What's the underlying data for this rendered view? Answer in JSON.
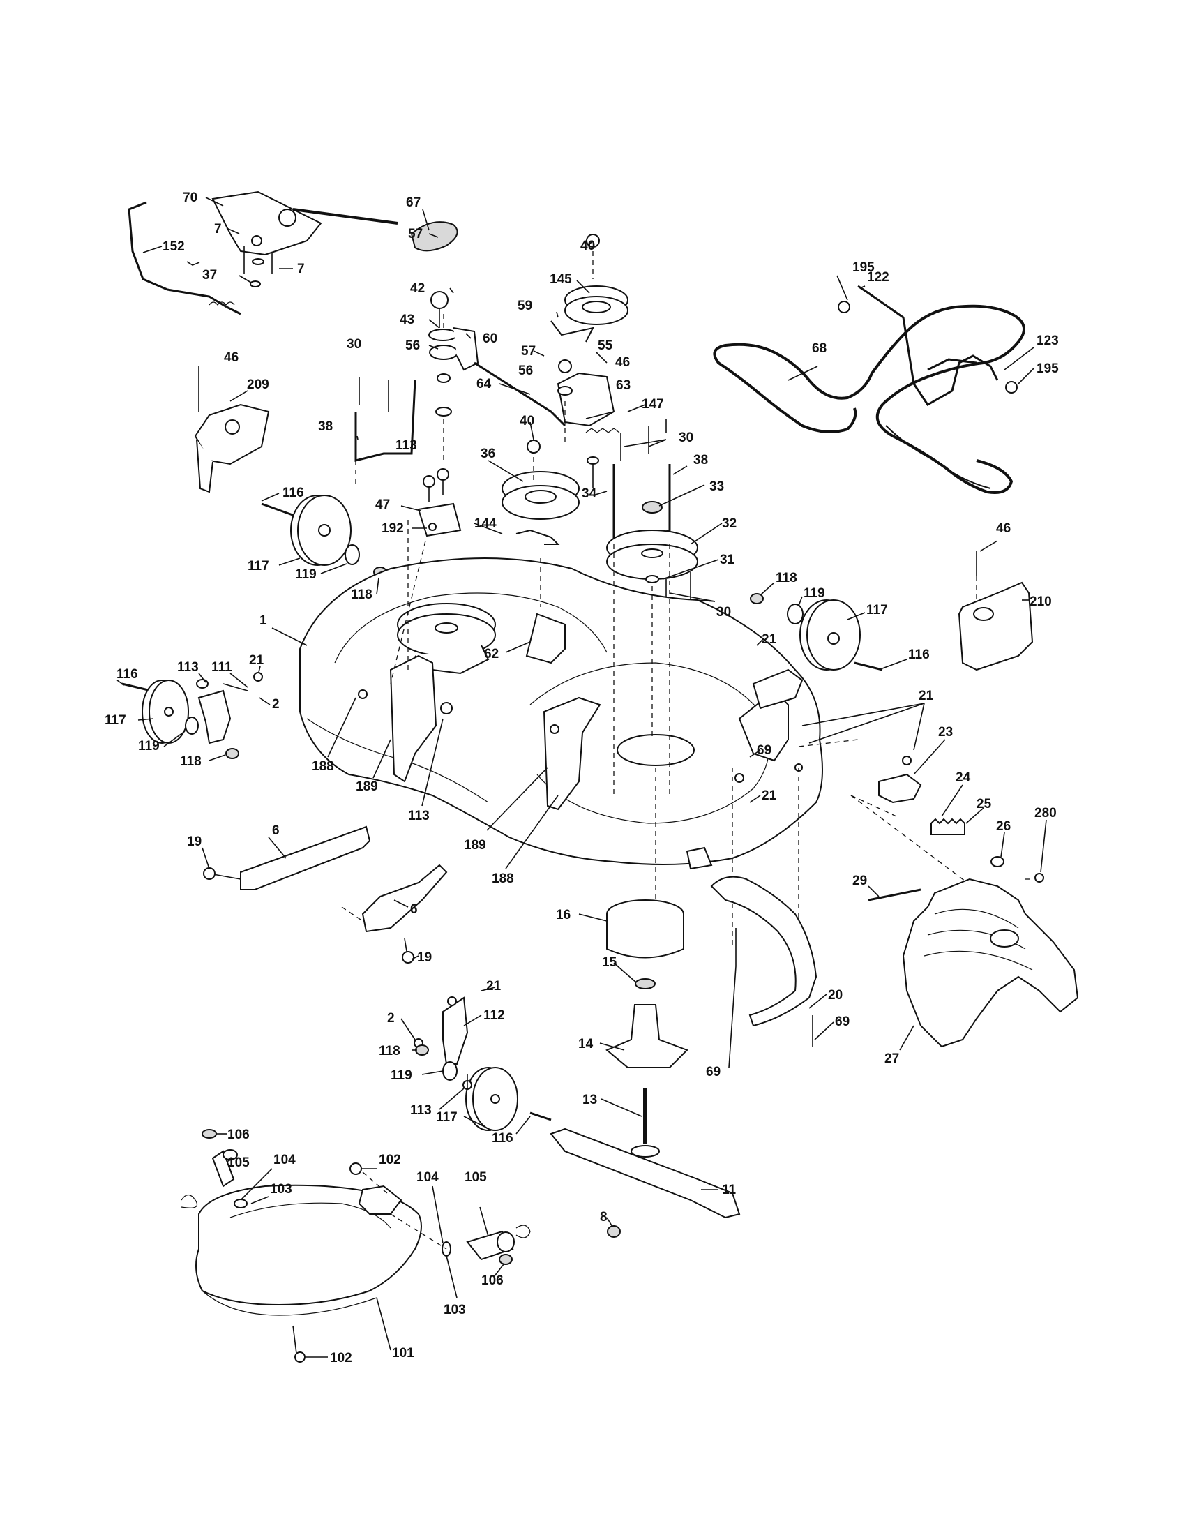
{
  "diagram": {
    "callouts": [
      {
        "id": "c70",
        "text": "70"
      },
      {
        "id": "c7a",
        "text": "7"
      },
      {
        "id": "c7b",
        "text": "7"
      },
      {
        "id": "c152",
        "text": "152"
      },
      {
        "id": "c37",
        "text": "37"
      },
      {
        "id": "c67",
        "text": "67"
      },
      {
        "id": "c40a",
        "text": "40"
      },
      {
        "id": "c57a",
        "text": "57"
      },
      {
        "id": "c145",
        "text": "145"
      },
      {
        "id": "c42",
        "text": "42"
      },
      {
        "id": "c59",
        "text": "59"
      },
      {
        "id": "c43",
        "text": "43"
      },
      {
        "id": "c56a",
        "text": "56"
      },
      {
        "id": "c60",
        "text": "60"
      },
      {
        "id": "c57b",
        "text": "57"
      },
      {
        "id": "c55",
        "text": "55"
      },
      {
        "id": "c56b",
        "text": "56"
      },
      {
        "id": "c46a",
        "text": "46"
      },
      {
        "id": "c64",
        "text": "64"
      },
      {
        "id": "c63",
        "text": "63"
      },
      {
        "id": "c147",
        "text": "147"
      },
      {
        "id": "c30a",
        "text": "30"
      },
      {
        "id": "c38a",
        "text": "38"
      },
      {
        "id": "c40b",
        "text": "40"
      },
      {
        "id": "c30b",
        "text": "30"
      },
      {
        "id": "c36",
        "text": "36"
      },
      {
        "id": "c38b",
        "text": "38"
      },
      {
        "id": "c113a",
        "text": "113"
      },
      {
        "id": "c34",
        "text": "34"
      },
      {
        "id": "c33",
        "text": "33"
      },
      {
        "id": "c46b",
        "text": "46"
      },
      {
        "id": "c209",
        "text": "209"
      },
      {
        "id": "c47",
        "text": "47"
      },
      {
        "id": "c192",
        "text": "192"
      },
      {
        "id": "c144",
        "text": "144"
      },
      {
        "id": "c32",
        "text": "32"
      },
      {
        "id": "c116a",
        "text": "116"
      },
      {
        "id": "c117a",
        "text": "117"
      },
      {
        "id": "c119a",
        "text": "119"
      },
      {
        "id": "c118a",
        "text": "118"
      },
      {
        "id": "c31",
        "text": "31"
      },
      {
        "id": "c30c",
        "text": "30"
      },
      {
        "id": "c195a",
        "text": "195"
      },
      {
        "id": "c122",
        "text": "122"
      },
      {
        "id": "c68",
        "text": "68"
      },
      {
        "id": "c123",
        "text": "123"
      },
      {
        "id": "c195b",
        "text": "195"
      },
      {
        "id": "c46c",
        "text": "46"
      },
      {
        "id": "c210",
        "text": "210"
      },
      {
        "id": "c118b",
        "text": "118"
      },
      {
        "id": "c119b",
        "text": "119"
      },
      {
        "id": "c117b",
        "text": "117"
      },
      {
        "id": "c21a",
        "text": "21"
      },
      {
        "id": "c116b",
        "text": "116"
      },
      {
        "id": "c1",
        "text": "1"
      },
      {
        "id": "c62",
        "text": "62"
      },
      {
        "id": "c116c",
        "text": "116"
      },
      {
        "id": "c113b",
        "text": "113"
      },
      {
        "id": "c111",
        "text": "111"
      },
      {
        "id": "c21b",
        "text": "21"
      },
      {
        "id": "c2a",
        "text": "2"
      },
      {
        "id": "c117c",
        "text": "117"
      },
      {
        "id": "c119c",
        "text": "119"
      },
      {
        "id": "c118c",
        "text": "118"
      },
      {
        "id": "c188a",
        "text": "188"
      },
      {
        "id": "c189a",
        "text": "189"
      },
      {
        "id": "c113c",
        "text": "113"
      },
      {
        "id": "c21c",
        "text": "21"
      },
      {
        "id": "c23",
        "text": "23"
      },
      {
        "id": "c69a",
        "text": "69"
      },
      {
        "id": "c21d",
        "text": "21"
      },
      {
        "id": "c24",
        "text": "24"
      },
      {
        "id": "c25",
        "text": "25"
      },
      {
        "id": "c26",
        "text": "26"
      },
      {
        "id": "c280",
        "text": "280"
      },
      {
        "id": "c189b",
        "text": "189"
      },
      {
        "id": "c188b",
        "text": "188"
      },
      {
        "id": "c19a",
        "text": "19"
      },
      {
        "id": "c6a",
        "text": "6"
      },
      {
        "id": "c6b",
        "text": "6"
      },
      {
        "id": "c19b",
        "text": "19"
      },
      {
        "id": "c16",
        "text": "16"
      },
      {
        "id": "c29",
        "text": "29"
      },
      {
        "id": "c21e",
        "text": "21"
      },
      {
        "id": "c15",
        "text": "15"
      },
      {
        "id": "c112",
        "text": "112"
      },
      {
        "id": "c2b",
        "text": "2"
      },
      {
        "id": "c20",
        "text": "20"
      },
      {
        "id": "c118d",
        "text": "118"
      },
      {
        "id": "c14",
        "text": "14"
      },
      {
        "id": "c69b",
        "text": "69"
      },
      {
        "id": "c69c",
        "text": "69"
      },
      {
        "id": "c27",
        "text": "27"
      },
      {
        "id": "c119d",
        "text": "119"
      },
      {
        "id": "c113d",
        "text": "113"
      },
      {
        "id": "c13",
        "text": "13"
      },
      {
        "id": "c117d",
        "text": "117"
      },
      {
        "id": "c116d",
        "text": "116"
      },
      {
        "id": "c106a",
        "text": "106"
      },
      {
        "id": "c105a",
        "text": "105"
      },
      {
        "id": "c104a",
        "text": "104"
      },
      {
        "id": "c102a",
        "text": "102"
      },
      {
        "id": "c103a",
        "text": "103"
      },
      {
        "id": "c104b",
        "text": "104"
      },
      {
        "id": "c105b",
        "text": "105"
      },
      {
        "id": "c11",
        "text": "11"
      },
      {
        "id": "c8",
        "text": "8"
      },
      {
        "id": "c106b",
        "text": "106"
      },
      {
        "id": "c103b",
        "text": "103"
      },
      {
        "id": "c101",
        "text": "101"
      },
      {
        "id": "c102b",
        "text": "102"
      }
    ]
  }
}
